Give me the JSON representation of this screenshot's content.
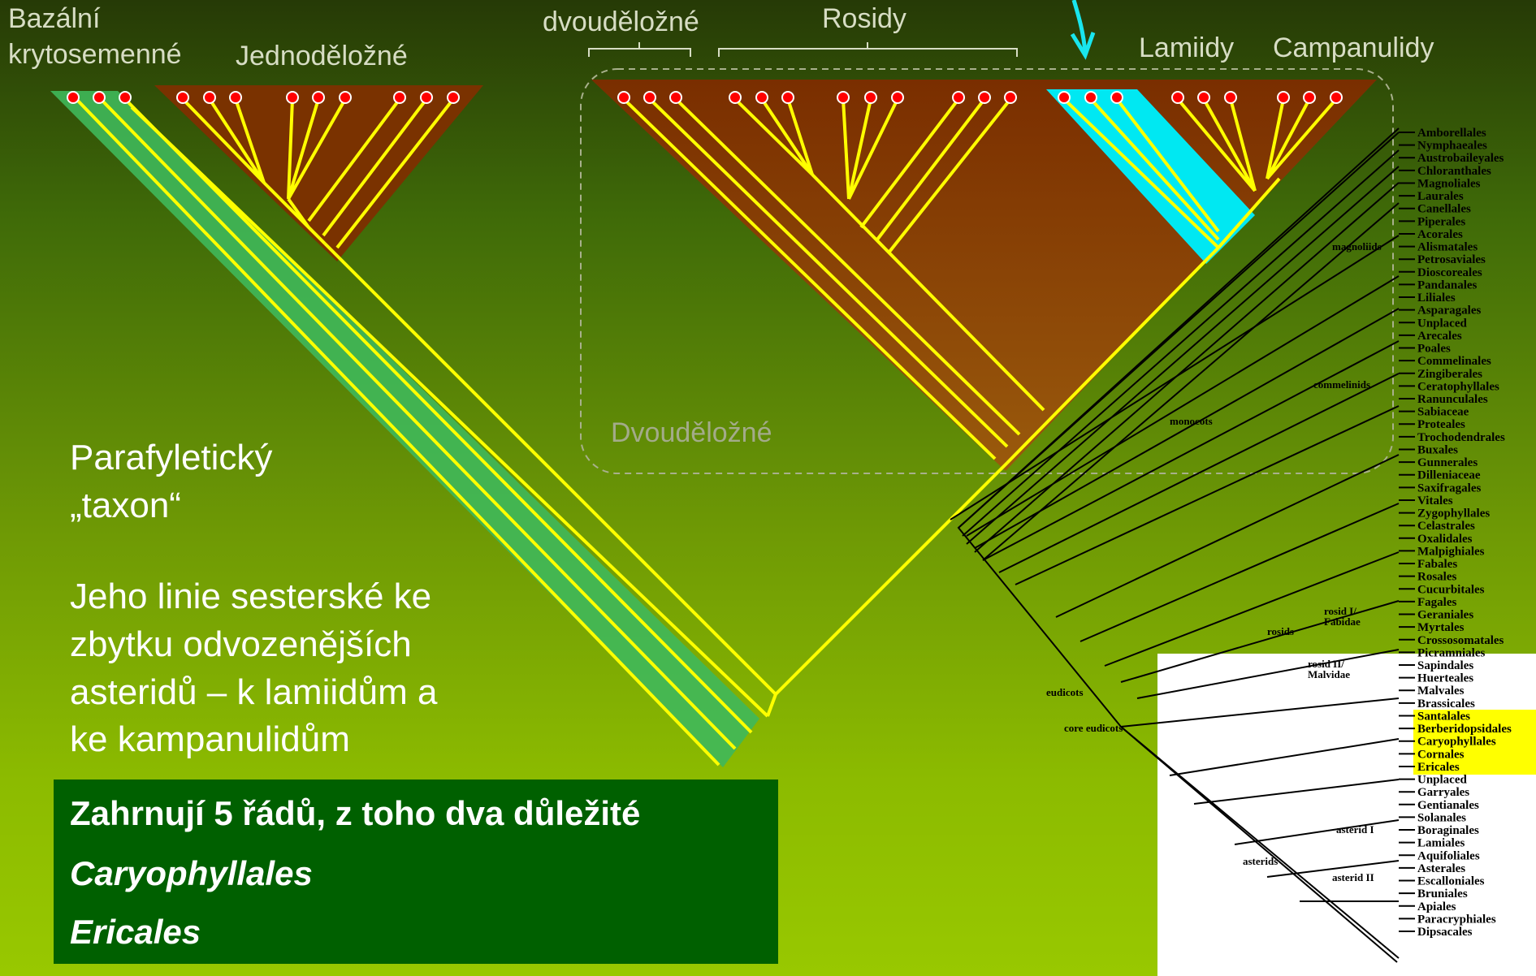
{
  "top_labels": {
    "basal": [
      "Bazální",
      "krytosemenné"
    ],
    "monocots": "Jednoděložné",
    "dicots": "dvouděložné",
    "rosids": "Rosidy",
    "lamiids": "Lamiidy",
    "campanulids": "Campanulidy",
    "dicots_box": "Dvouděložné"
  },
  "paraphyletic": [
    "Parafyletický",
    "„taxon“"
  ],
  "sister_text": [
    "Jeho linie sesterské ke",
    "zbytku odvozenějších",
    "asteridů – k lamiidům a",
    "ke kampanulidům"
  ],
  "box": {
    "line1": "Zahrnují 5 řádů, z toho dva důležité",
    "line2": "Caryophyllales",
    "line3": "Ericales"
  },
  "colors": {
    "brown": "#7a3200",
    "yellow": "#ffff00",
    "green_band": "#4ec35a",
    "cyan": "#00e8f2",
    "dot": "#ff0000",
    "box": "#006000"
  },
  "tree": {
    "taxa": [
      "Amborellales",
      "Nymphaeales",
      "Austrobaileyales",
      "Chloranthales",
      "Magnoliales",
      "Laurales",
      "Canellales",
      "Piperales",
      "Acorales",
      "Alismatales",
      "Petrosaviales",
      "Dioscoreales",
      "Pandanales",
      "Liliales",
      "Asparagales",
      "Unplaced",
      "Arecales",
      "Poales",
      "Commelinales",
      "Zingiberales",
      "Ceratophyllales",
      "Ranunculales",
      "Sabiaceae",
      "Proteales",
      "Trochodendrales",
      "Buxales",
      "Gunnerales",
      "Dilleniaceae",
      "Saxifragales",
      "Vitales",
      "Zygophyllales",
      "Celastrales",
      "Oxalidales",
      "Malpighiales",
      "Fabales",
      "Rosales",
      "Cucurbitales",
      "Fagales",
      "Geraniales",
      "Myrtales",
      "Crossosomatales",
      "Picramniales",
      "Sapindales",
      "Huerteales",
      "Malvales",
      "Brassicales",
      "Santalales",
      "Berberidopsidales",
      "Caryophyllales",
      "Cornales",
      "Ericales",
      "Unplaced",
      "Garryales",
      "Gentianales",
      "Solanales",
      "Boraginales",
      "Lamiales",
      "Aquifoliales",
      "Asterales",
      "Escalloniales",
      "Bruniales",
      "Apiales",
      "Paracryphiales",
      "Dipsacales"
    ],
    "highlighted": [
      "Santalales",
      "Berberidopsidales",
      "Caryophyllales",
      "Cornales",
      "Ericales"
    ],
    "node_labels": {
      "magnoliids": "magnoliids",
      "commelinids": "commelinids",
      "monocots": "monocots",
      "rosid1": [
        "rosid I/",
        "Fabidae"
      ],
      "rosids": "rosids",
      "rosid2": [
        "rosid II/",
        "Malvidae"
      ],
      "eudicots": "eudicots",
      "core_eudicots": "core eudicots",
      "asterid1": "asterid I",
      "asterids": "asterids",
      "asterid2": "asterid II"
    }
  }
}
